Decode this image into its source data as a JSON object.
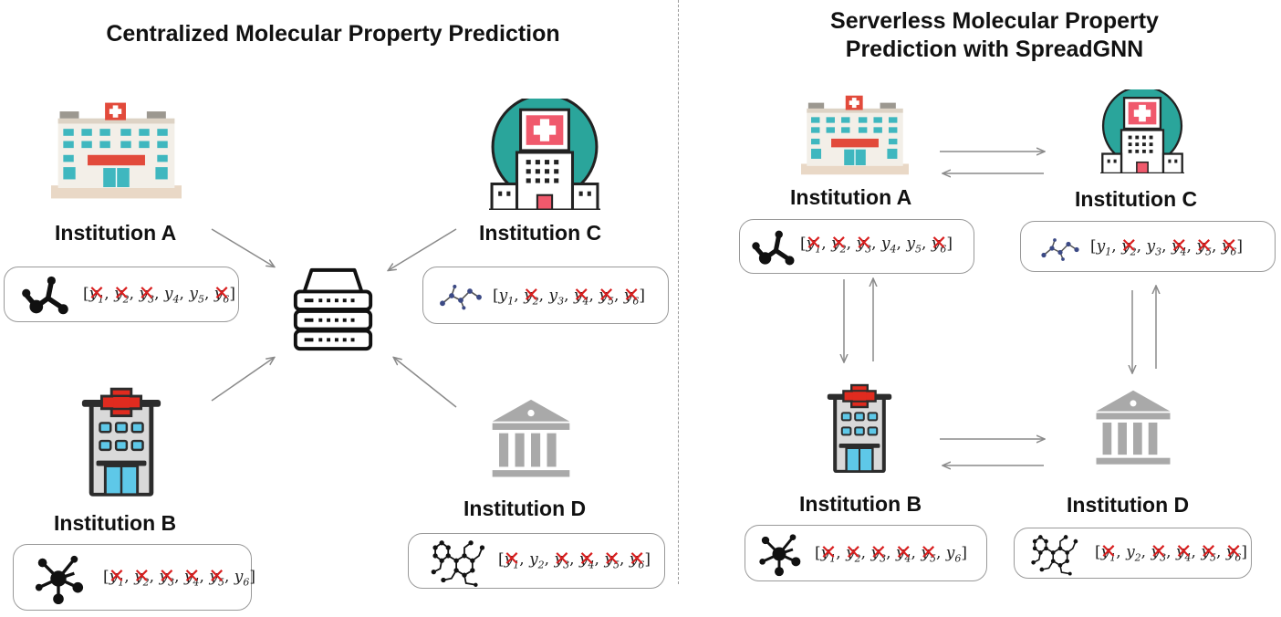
{
  "left_panel": {
    "title": "Centralized Molecular Property Prediction",
    "institutions": [
      {
        "name": "Institution A",
        "labels": [
          {
            "sub": "1",
            "hidden": true
          },
          {
            "sub": "2",
            "hidden": true
          },
          {
            "sub": "3",
            "hidden": true
          },
          {
            "sub": "4",
            "hidden": false
          },
          {
            "sub": "5",
            "hidden": false
          },
          {
            "sub": "6",
            "hidden": true
          }
        ]
      },
      {
        "name": "Institution B",
        "labels": [
          {
            "sub": "1",
            "hidden": true
          },
          {
            "sub": "2",
            "hidden": true
          },
          {
            "sub": "3",
            "hidden": true
          },
          {
            "sub": "4",
            "hidden": true
          },
          {
            "sub": "5",
            "hidden": true
          },
          {
            "sub": "6",
            "hidden": false
          }
        ]
      },
      {
        "name": "Institution C",
        "labels": [
          {
            "sub": "1",
            "hidden": false
          },
          {
            "sub": "2",
            "hidden": true
          },
          {
            "sub": "3",
            "hidden": false
          },
          {
            "sub": "4",
            "hidden": true
          },
          {
            "sub": "5",
            "hidden": true
          },
          {
            "sub": "6",
            "hidden": true
          }
        ]
      },
      {
        "name": "Institution D",
        "labels": [
          {
            "sub": "1",
            "hidden": true
          },
          {
            "sub": "2",
            "hidden": false
          },
          {
            "sub": "3",
            "hidden": true
          },
          {
            "sub": "4",
            "hidden": true
          },
          {
            "sub": "5",
            "hidden": true
          },
          {
            "sub": "6",
            "hidden": true
          }
        ]
      }
    ]
  },
  "right_panel": {
    "title_line1": "Serverless Molecular Property",
    "title_line2": "Prediction with SpreadGNN",
    "institutions": [
      {
        "name": "Institution A",
        "labels": [
          {
            "sub": "1",
            "hidden": true
          },
          {
            "sub": "2",
            "hidden": true
          },
          {
            "sub": "3",
            "hidden": true
          },
          {
            "sub": "4",
            "hidden": false
          },
          {
            "sub": "5",
            "hidden": false
          },
          {
            "sub": "6",
            "hidden": true
          }
        ]
      },
      {
        "name": "Institution C",
        "labels": [
          {
            "sub": "1",
            "hidden": false
          },
          {
            "sub": "2",
            "hidden": true
          },
          {
            "sub": "3",
            "hidden": false
          },
          {
            "sub": "4",
            "hidden": true
          },
          {
            "sub": "5",
            "hidden": true
          },
          {
            "sub": "6",
            "hidden": true
          }
        ]
      },
      {
        "name": "Institution B",
        "labels": [
          {
            "sub": "1",
            "hidden": true
          },
          {
            "sub": "2",
            "hidden": true
          },
          {
            "sub": "3",
            "hidden": true
          },
          {
            "sub": "4",
            "hidden": true
          },
          {
            "sub": "5",
            "hidden": true
          },
          {
            "sub": "6",
            "hidden": false
          }
        ]
      },
      {
        "name": "Institution D",
        "labels": [
          {
            "sub": "1",
            "hidden": true
          },
          {
            "sub": "2",
            "hidden": false
          },
          {
            "sub": "3",
            "hidden": true
          },
          {
            "sub": "4",
            "hidden": true
          },
          {
            "sub": "5",
            "hidden": true
          },
          {
            "sub": "6",
            "hidden": true
          }
        ]
      }
    ]
  },
  "label_symbol": "y",
  "icons": {
    "hospital_a": "hospital-building-icon",
    "hospital_b": "hospital-tower-icon",
    "hospital_c": "hospital-circle-icon",
    "institution_d": "bank-building-icon",
    "server": "server-icon",
    "molecule_a": "molecule-icon",
    "molecule_b": "molecule-icon",
    "molecule_c": "molecule-icon",
    "molecule_d": "molecule-icon"
  },
  "colors": {
    "cross": "#d81e1e",
    "arrow": "#8a8a8a",
    "card_border": "#999999",
    "hospital_red": "#e24a3b",
    "window_teal": "#3fb7bf",
    "building_gray": "#a9a9a9",
    "circle_teal": "#2aa59b"
  }
}
